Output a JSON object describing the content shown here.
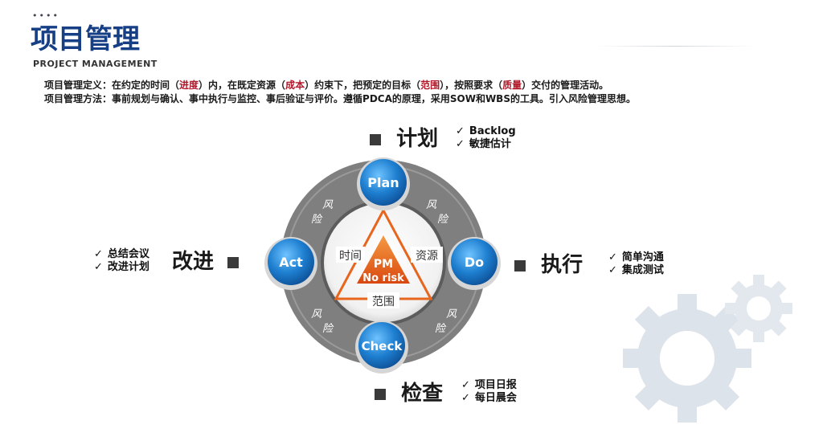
{
  "header": {
    "dots": "••••",
    "title": "项目管理",
    "subtitle": "PROJECT  MANAGEMENT"
  },
  "definition": {
    "label": "项目管理定义：",
    "p1": "在约定的时间（",
    "time": "进度",
    "p2": "）内，在既定资源（",
    "cost": "成本",
    "p3": "）约束下，把预定的目标（",
    "scope": "范围",
    "p4": "），按照要求（",
    "quality": "质量",
    "p5": "）交付的管理活动。"
  },
  "method": {
    "label": "项目管理方法：",
    "text": "事前规划与确认、事中执行与监控、事后验证与评价。遵循PDCA的原理，采用SOW和WBS的工具。引入风险管理思想。"
  },
  "cycle": {
    "plan": "Plan",
    "do": "Do",
    "check": "Check",
    "act": "Act",
    "risk_char1": "风",
    "risk_char2": "险",
    "pm_line1": "PM",
    "pm_line2": "No risk",
    "triangle_time": "时间",
    "triangle_resource": "资源",
    "triangle_scope": "范围"
  },
  "phases": {
    "plan": {
      "label": "计划",
      "items": [
        "Backlog",
        "敏捷估计"
      ]
    },
    "do": {
      "label": "执行",
      "items": [
        "简单沟通",
        "集成测试"
      ]
    },
    "check": {
      "label": "检查",
      "items": [
        "项目日报",
        "每日晨会"
      ]
    },
    "act": {
      "label": "改进",
      "items": [
        "总结会议",
        "改进计划"
      ]
    }
  },
  "colors": {
    "title": "#173f86",
    "highlight": "#b0182a",
    "ring": "#7f7f7f",
    "node": "#1e7fd0",
    "triangle": "#e8651e",
    "gear": "#dde3ea"
  },
  "icons": [
    "check-icon",
    "square-bullet-icon",
    "gear-icon"
  ]
}
